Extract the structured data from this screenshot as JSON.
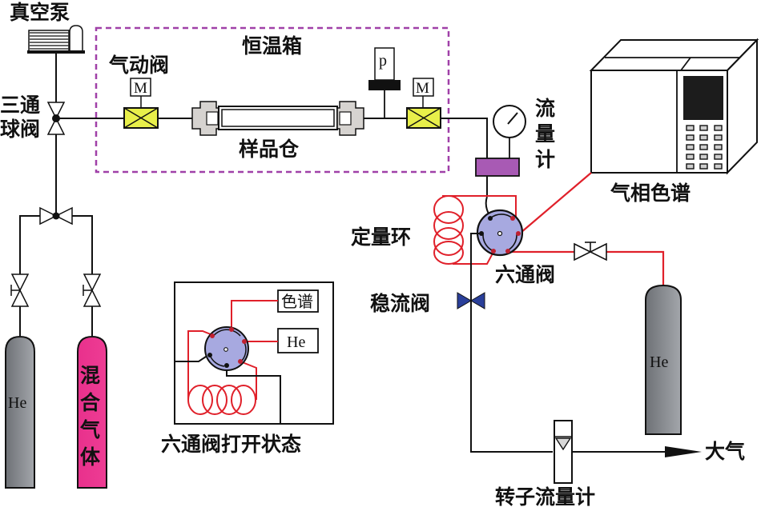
{
  "diagram": {
    "title": "Gas sampling and GC analysis apparatus",
    "colors": {
      "line": "#111111",
      "red_line": "#e0202a",
      "dashed_box": "#a040a8",
      "valve_fill": "#e8ef4a",
      "rotameter_meter": "#a85ab4",
      "six_way_valve": "#a7a9e0",
      "he_cylinder": "#8a8d92",
      "mix_cylinder": "#e8308c",
      "regulator_valve": "#2a3f9a"
    },
    "labels": {
      "vacuum_pump": "真空泵",
      "three_way_ball_valve_line1": "三通",
      "three_way_ball_valve_line2": "球阀",
      "pneumatic_valve": "气动阀",
      "thermostat": "恒温箱",
      "sample_chamber": "样品仓",
      "pressure_sensor": "p",
      "motor_left": "M",
      "motor_right": "M",
      "flowmeter_line1": "流",
      "flowmeter_line2": "量",
      "flowmeter_line3": "计",
      "gas_chromatograph": "气相色谱",
      "quantitative_loop": "定量环",
      "six_way_valve": "六通阀",
      "flow_regulating_valve": "稳流阀",
      "he_cylinder_left": "He",
      "mixed_gas_cylinder": [
        "混",
        "合",
        "气",
        "体"
      ],
      "he_cylinder_right": "He",
      "rotameter": "转子流量计",
      "atmosphere": "大气",
      "inset_title": "六通阀打开状态",
      "inset_chromatograph": "色谱",
      "inset_he": "He"
    }
  }
}
